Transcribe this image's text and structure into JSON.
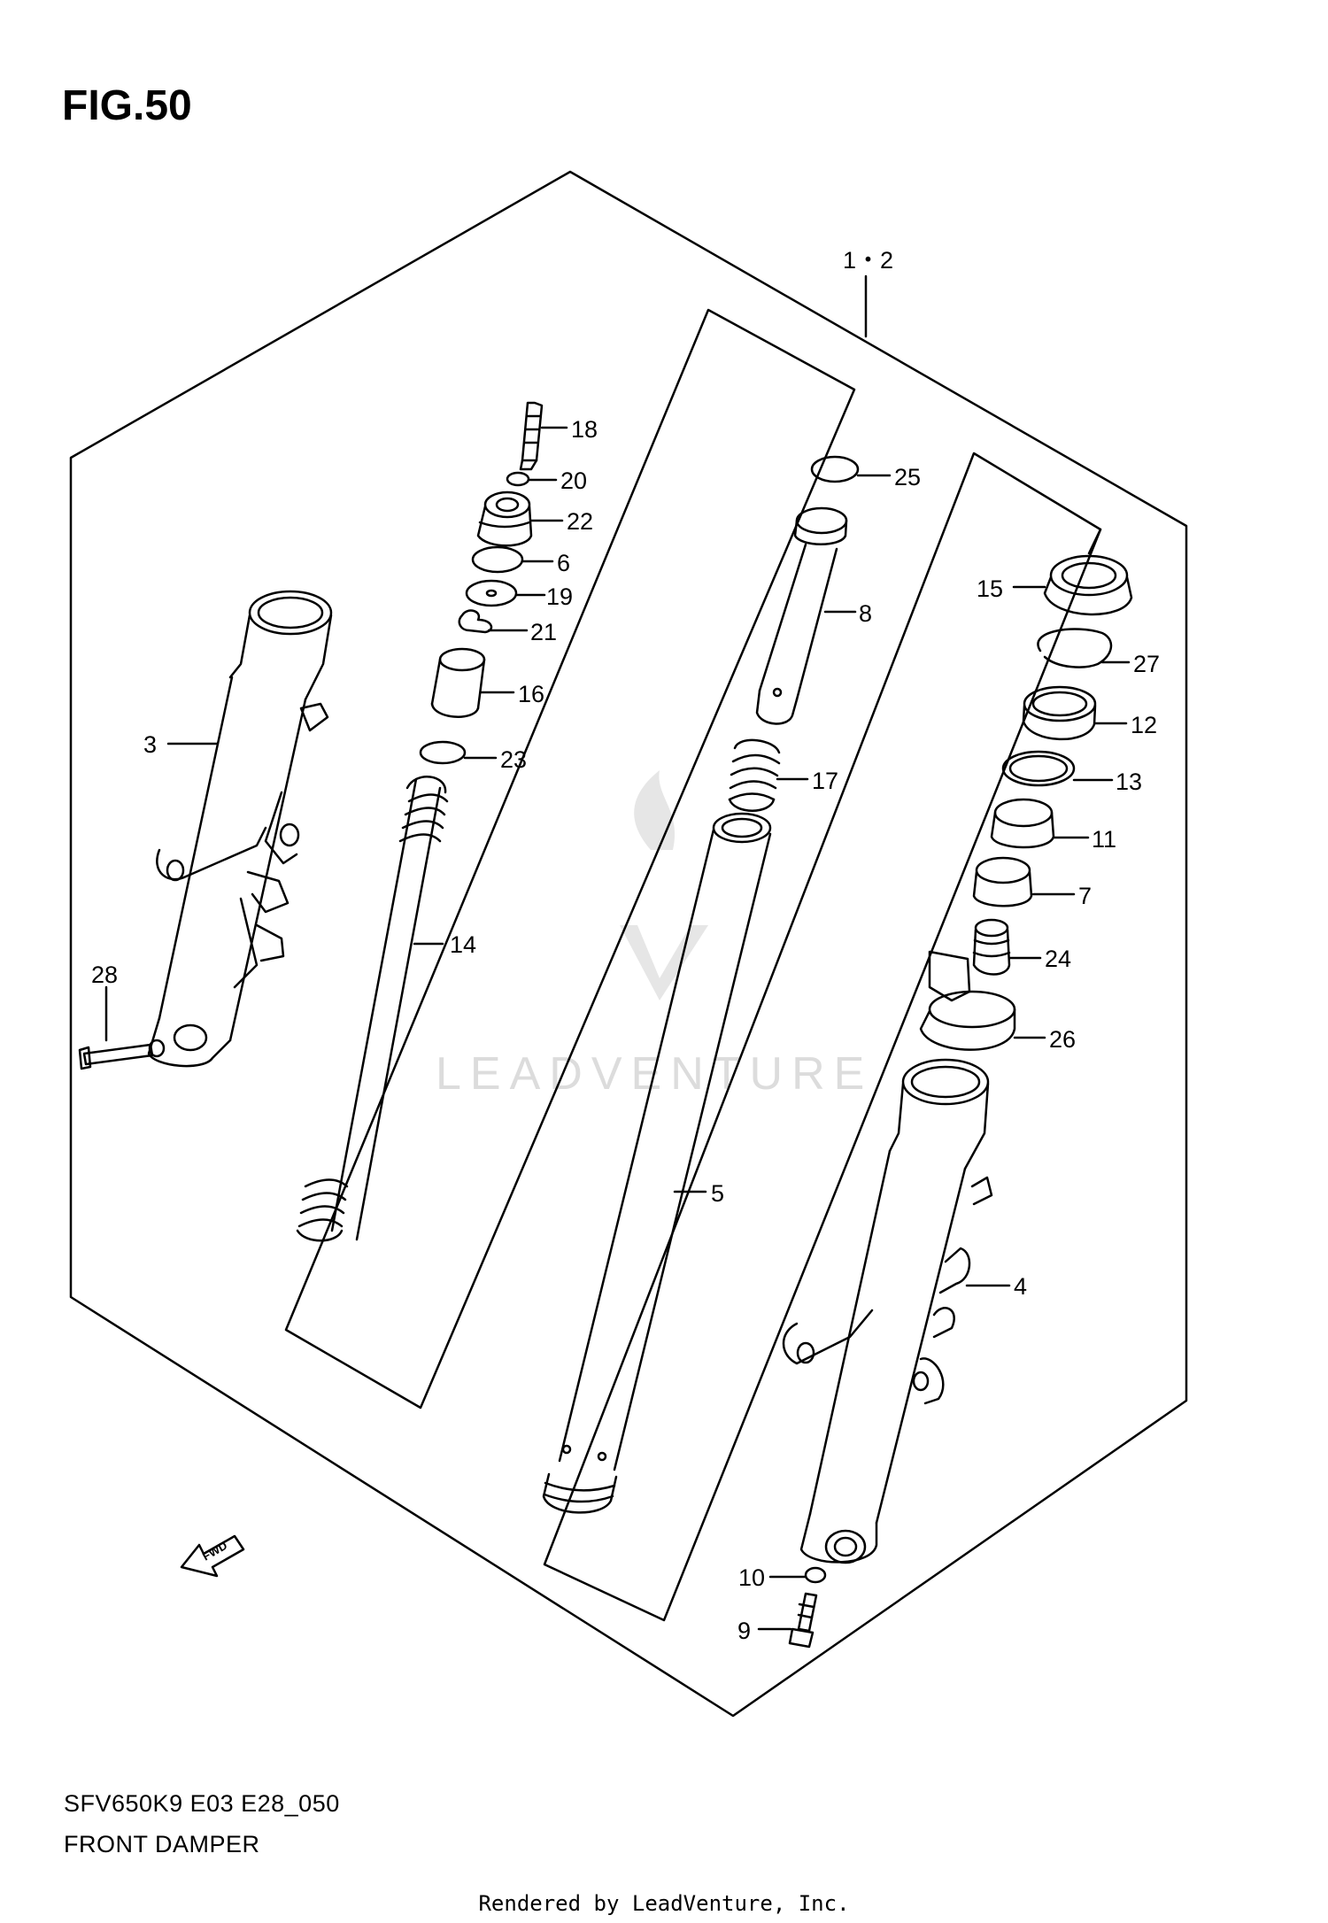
{
  "figure": {
    "title": "FIG.50",
    "code": "SFV650K9 E03 E28_050",
    "name": "FRONT DAMPER",
    "credit": "Rendered by LeadVenture, Inc.",
    "watermark": "LEADVENTURE",
    "fwd_label": "FWD"
  },
  "callouts": {
    "c1_2": "1・2",
    "c3": "3",
    "c4": "4",
    "c5": "5",
    "c6": "6",
    "c7": "7",
    "c8": "8",
    "c9": "9",
    "c10": "10",
    "c11": "11",
    "c12": "12",
    "c13": "13",
    "c14": "14",
    "c15": "15",
    "c16": "16",
    "c17": "17",
    "c18": "18",
    "c19": "19",
    "c20": "20",
    "c21": "21",
    "c22": "22",
    "c23": "23",
    "c24": "24",
    "c25": "25",
    "c26": "26",
    "c27": "27",
    "c28": "28"
  },
  "colors": {
    "line": "#000000",
    "watermark": "#dcdcdc",
    "background": "#ffffff"
  }
}
